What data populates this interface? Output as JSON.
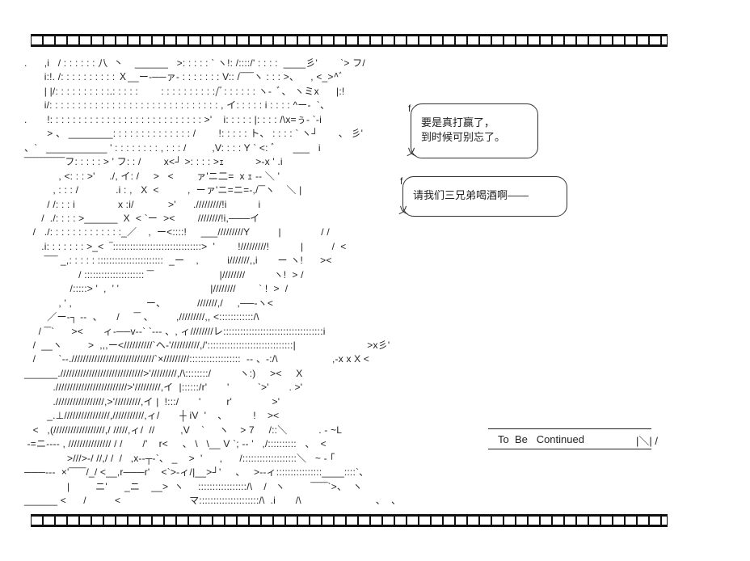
{
  "art_lines": [
    ".      ,i   / : : : : : : 八  丶    ______   >: : : : : ` ヽ!: /::::/' : : : :  ____彡'        `> フ/",
    "       i:!. /: : : : : : : : : : Ｘ__ー‐──ァ- : : : : : : : V:: /‾‾‾‾ヽ : : : >、    , <_>^ﾞ",
    "       | |/: : : : : : : : : :.: : : : :        : : : : : : : : : :/ﾞ: : : : : : ヽ-  ﾞ、 ヽミx      |:!",
    "       i/: : : : : : : : : : : : : : : : : : : : : : : : : : : : : : , イ: : : : : i : : : : ^ー-  `、",
    ".       !: : : : : : : : : : : : : : : : : : : : : : : : : : : >'    i: : : : : |: : : : /\\x=ぅ- `-i",
    "        > 、 ________: : : : : : : : : : : : : : /        !: : : : : ト、 : : : : ` ヽ┘       、 彡'",
    "、`   ___________ ' : : : : : : : : , : : : /         ,V: : : : Y ` <: ﾞ      ___   i",
    "‾‾‾‾‾‾‾‾‾‾‾‾フ: : : : : > ' フ: : /        x<┘ >: : : : >ｪ           >-x ' .i",
    "            , <: : : >'     ./, イ: /     >   <        ァ'ニ二=  x ｪ -- ＼ '",
    "          , : : : /             .i : ,   X  <          ,  ーァ'ニ=ニ=-,/‾‾ヽ    ＼ |",
    "        / /: : : i               x :i/            >'      ./////////!i           i",
    "      /  ./: : : : >______  X  < `ー  ><        ////////!i,───イ",
    "   /   ./: : : : : : : : : : : : :_／    ,  ー<::::!     ___/////////Y          |              / /",
    "      .i: : : : : : : >_<  ‾:::::::::::::::::::::::::::::::>  '        !/////////!           |          /  <",
    "       ‾‾‾‾ _,: : : : : :::::::::::::::::::::::  _ー    ,          i///////,,i       ー ヽ!      ><",
    "                   / ::::::::::::::::::::: ‾‾                       |////////          ヽ!  > /",
    "                /:::::> '  ,  ' '                                |////////        ` !  >  /",
    "            , ' ,                          ー、           ///////,/     ,──-ヽ<",
    "        ／ー‐┐ --  、     /     ‾‾ 、        ,/////////,, <::::::::::::/\\",
    "     / ‾‾`      ><       ィ‐──v‐‐` `-‐- 、, ィ////////レ:::::::::::::::::::::::::::::::::::i",
    "   /  __ヽ         >  ,,,ー<//////////`ヘ-'//////////,/'::::::::::::::::::::::::::::::|                         >x彡'",
    "   /        `--./////////////////////////////`×/////////::::::::::::::::::  -- 、-:/\\                   ,-x x X <",
    "______./////////////////////////////>'/////////,/\\::::::::/          ヽ:)     ><     X",
    "          ./////////////////////////>'/////////,イ  |::::::/r'       '          `>'       . >'",
    "          ./////////////////,>'/////////,イ |  !:::/       '         r'              >'",
    "        _.⊥////////////////,///////////,ィ/       ┼ iV  '    、         !    ><",
    "   <   ,(//////////////////,/ /////,ィ/  //         ,V    `     ヽ    > 7     /::＼           . - ~L",
    " -=ニ---- , /////////////// / /       /'    r<     、 \\   \\__ V `; -- '   ,/::::::::::   、  <",
    "               >///>-/ //,/ /  /   ,x‐-┬‐`、 _    >  '      ,      /:::::::::::::::::::＼   ~ - ｢",
    "───---  ×'‾‾‾‾‾/_/ <__,r───r'    <`>-ィ/|__>┘'     、   >--ィ::::::::::::::::____::::`、",
    "               |         ニ'      _ニ    __>  ヽ     :::::::::::::::::/\\    /   ヽ         ‾‾‾‾‾`>、  ヽ",
    "______ <      /          <                        マ:::::::::::::::::::::/\\  .i       /\\                          、  、"
  ],
  "bubbles": [
    {
      "lines": [
        "要是真打赢了，",
        "到时候可别忘了。"
      ],
      "deco_top": "f",
      "deco_bottom": "乂"
    },
    {
      "lines": [
        "请我们三兄弟喝酒啊——"
      ],
      "deco_top": "f",
      "deco_bottom": "乂"
    }
  ],
  "banner": {
    "label": "To  Be   Continued",
    "mark": "|＼| /"
  }
}
